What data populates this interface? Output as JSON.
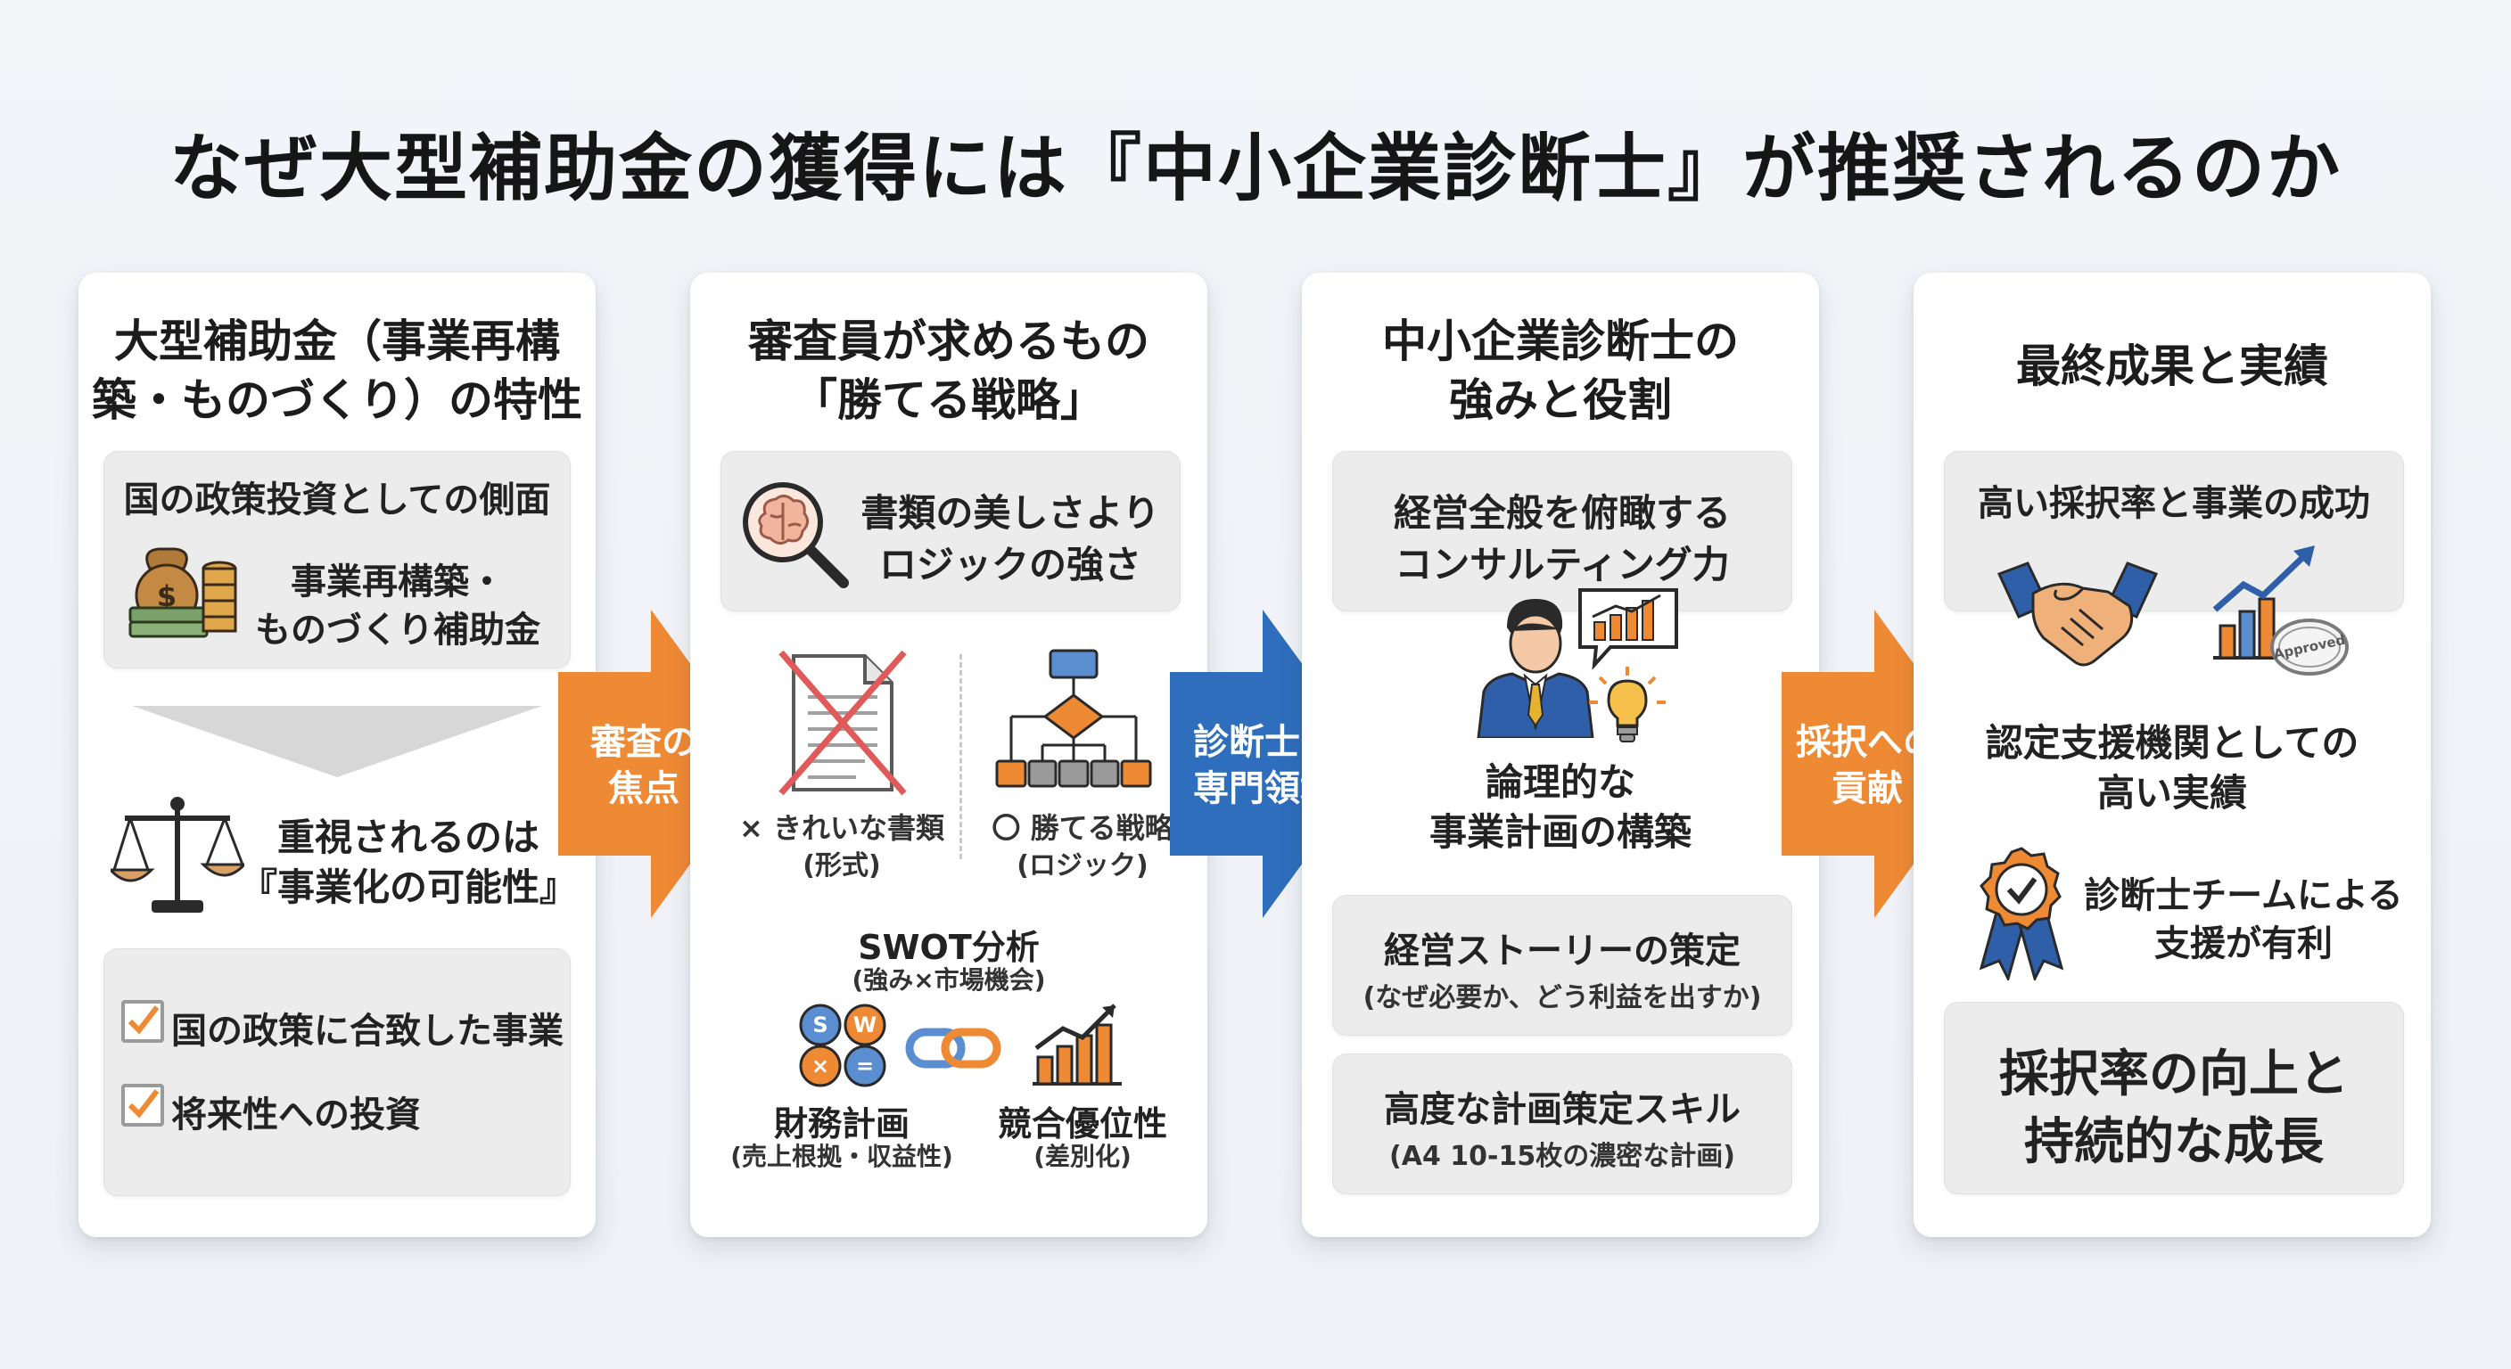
{
  "title": "なぜ大型補助金の獲得には『中小企業診断士』が推奨されるのか",
  "colors": {
    "orange": "#ef8a34",
    "blue": "#2e6ebc",
    "box": "#ececec"
  },
  "card1": {
    "head_line1": "大型補助金（事業再構",
    "head_line2": "築・ものづくり）の特性",
    "box1_title": "国の政策投資としての側面",
    "box1_text_line1": "事業再構築・",
    "box1_text_line2": "ものづくり補助金",
    "focus_line1": "重視されるのは",
    "focus_line2": "『事業化の可能性』",
    "check1": "国の政策に合致した事業",
    "check2": "将来性への投資",
    "icons": [
      "money-icon",
      "down-arrow-icon",
      "scale-icon",
      "check-icon"
    ]
  },
  "arrow1": {
    "line1": "審査の",
    "line2": "焦点"
  },
  "card2": {
    "head_line1": "審査員が求めるもの",
    "head_line2": "「勝てる戦略」",
    "box_line1": "書類の美しさより",
    "box_line2": "ロジックの強さ",
    "bad_label": "× きれいな書類",
    "bad_sub": "(形式)",
    "good_label": "〇 勝てる戦略",
    "good_sub": "(ロジック)",
    "swot_title": "SWOT分析",
    "swot_sub": "(強み×市場機会)",
    "swot_tile_s": "S",
    "swot_tile_w": "W",
    "finance_title": "財務計画",
    "finance_sub": "(売上根拠・収益性)",
    "compete_title": "競合優位性",
    "compete_sub": "(差別化)",
    "icons": [
      "brain-magnifier-icon",
      "crossed-document-icon",
      "flowchart-icon",
      "swot-icon",
      "chain-link-icon",
      "bar-chart-icon"
    ]
  },
  "arrow2": {
    "line1": "診断士の",
    "line2": "専門領域"
  },
  "card3": {
    "head_line1": "中小企業診断士の",
    "head_line2": "強みと役割",
    "box1_line1": "経営全般を俯瞰する",
    "box1_line2": "コンサルティング力",
    "logic_line1": "論理的な",
    "logic_line2": "事業計画の構築",
    "box2_title": "経営ストーリーの策定",
    "box2_sub": "(なぜ必要か、どう利益を出すか)",
    "box3_title": "高度な計画策定スキル",
    "box3_sub": "(A4 10-15枚の濃密な計画)",
    "icons": [
      "consultant-icon",
      "chart-bubble-icon",
      "lightbulb-icon"
    ]
  },
  "arrow3": {
    "line1": "採択への",
    "line2": "貢献"
  },
  "card4": {
    "head": "最終成果と実績",
    "box1_title": "高い採択率と事業の成功",
    "approved_stamp": "Approved",
    "cert_line1": "認定支援機関としての",
    "cert_line2": "高い実績",
    "team_line1": "診断士チームによる",
    "team_line2": "支援が有利",
    "final_line1": "採択率の向上と",
    "final_line2": "持続的な成長",
    "icons": [
      "handshake-icon",
      "growth-chart-icon",
      "approved-stamp-icon",
      "award-badge-icon"
    ]
  }
}
